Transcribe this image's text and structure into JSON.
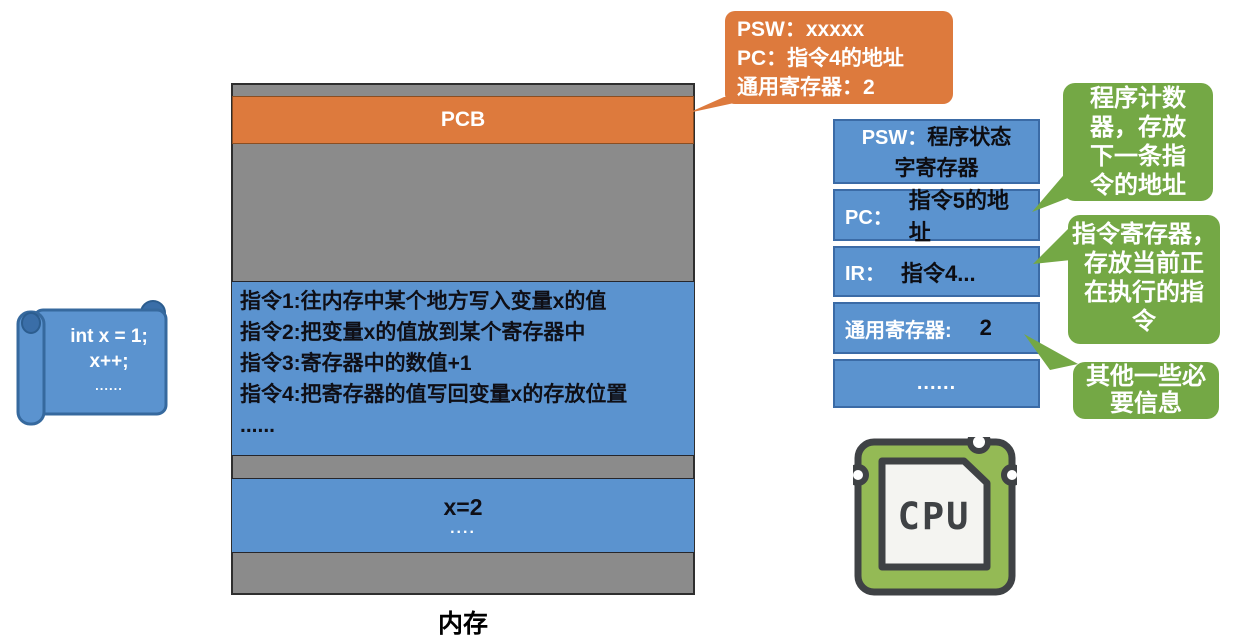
{
  "colors": {
    "blue": "#5b93cf",
    "blue_border": "#3b6ba6",
    "orange": "#dd7a3d",
    "green": "#74a845",
    "gray": "#8b8b8b",
    "cpu_green": "#94ba55",
    "dark_text": "#0f0f16"
  },
  "code_scroll": {
    "lines": [
      "int x = 1;",
      "x++;",
      "......"
    ]
  },
  "memory": {
    "label": "内存",
    "pcb_label": "PCB",
    "instructions": [
      "指令1:往内存中某个地方写入变量x的值",
      "指令2:把变量x的值放到某个寄存器中",
      "指令3:寄存器中的数值+1",
      "指令4:把寄存器的值写回变量x的存放位置",
      "......"
    ],
    "variable_value": "x=2",
    "variable_dots": "...."
  },
  "snapshot_callout": {
    "lines": [
      "PSW：xxxxx",
      "PC：指令4的地址",
      "通用寄存器：2"
    ]
  },
  "registers": [
    {
      "name": "PSW：",
      "value": "程序状态字寄存器"
    },
    {
      "name": "PC：",
      "value": "指令5的地址"
    },
    {
      "name": "IR：",
      "value": "指令4..."
    },
    {
      "name": "通用寄存器:",
      "value": "2"
    },
    {
      "name": "",
      "value": "......"
    }
  ],
  "annotations": [
    {
      "lines": [
        "程序计数",
        "器，存放",
        "下一条指",
        "令的地址"
      ]
    },
    {
      "lines": [
        "指令寄存器，",
        "存放当前正",
        "在执行的指",
        "令"
      ]
    },
    {
      "lines": [
        "其他一些必",
        "要信息"
      ]
    }
  ],
  "cpu": {
    "label": "CPU"
  }
}
